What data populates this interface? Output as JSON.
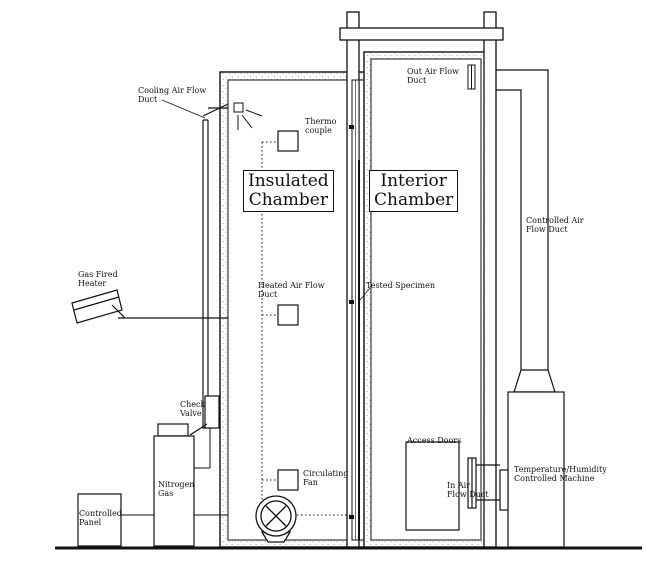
{
  "chambers": {
    "insulated": "Insulated\nChamber",
    "interior": "Interior\nChamber"
  },
  "labels": {
    "cooling_air_flow_duct": "Cooling Air Flow\nDuct",
    "gas_fired_heater": "Gas Fired\nHeater",
    "check_valve": "Check\nValve",
    "nitrogen_gas": "Nitrogen\nGas",
    "controlled_panel": "Controlled\nPanel",
    "thermocouple": "Thermo\ncouple",
    "heated_air_flow_duct": "Heated Air Flow\nDuct",
    "circulating_fan": "Circulating\nFan",
    "out_air_flow_duct": "Out Air Flow\nDuct",
    "tested_specimen": "Tested Specimen",
    "controlled_air_flow_duct": "Controlled Air\nFlow Duct",
    "access_doors": "Access Doors",
    "in_air_flow_duct": "In Air\nFlow Duct",
    "temperature_humidity_machine": "Temperature/Humidity\nControlled Machine"
  },
  "colors": {
    "line": "#111111",
    "insulation_speckle": "#8a8a8a",
    "background": "#ffffff"
  }
}
